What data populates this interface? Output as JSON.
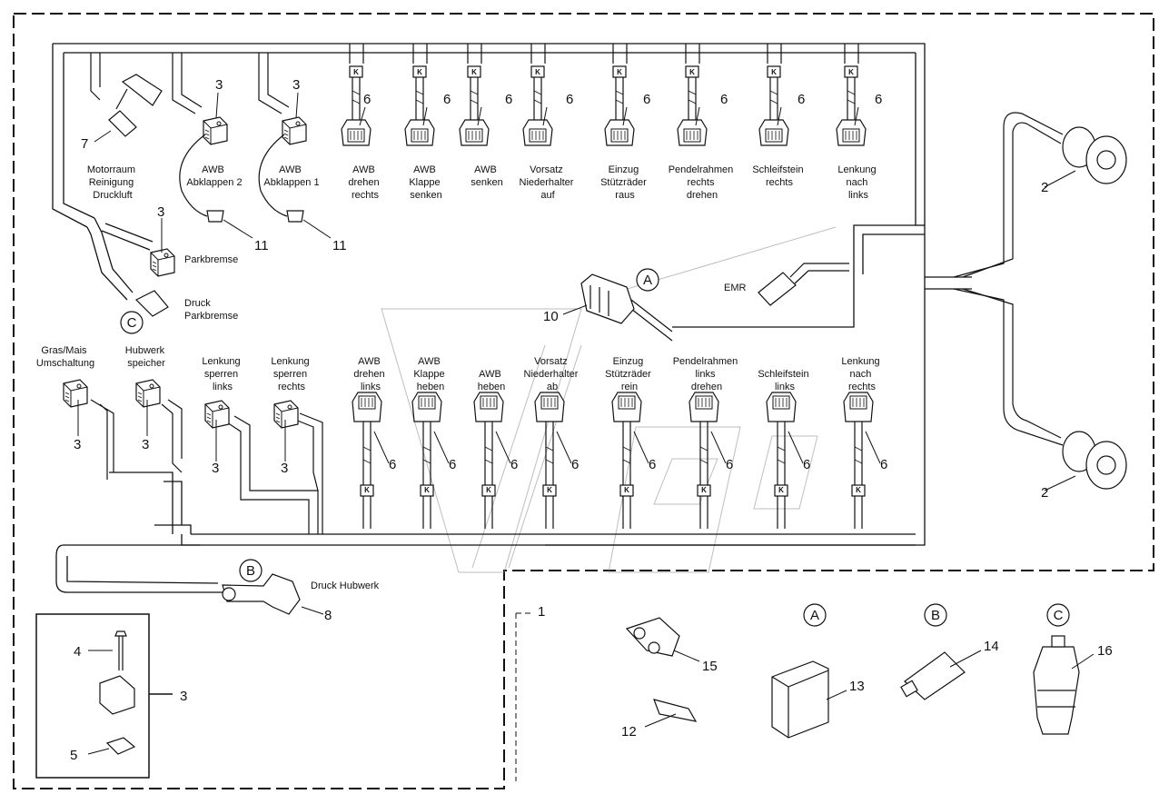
{
  "main_box_number": "1",
  "top_labels": [
    {
      "lines": [
        "Motorraum",
        "Reinigung",
        "Druckluft"
      ]
    },
    {
      "lines": [
        "AWB",
        "Abklappen 2"
      ]
    },
    {
      "lines": [
        "AWB",
        "Abklappen 1"
      ]
    },
    {
      "lines": [
        "AWB",
        "drehen",
        "rechts"
      ]
    },
    {
      "lines": [
        "AWB",
        "Klappe",
        "senken"
      ]
    },
    {
      "lines": [
        "AWB",
        "senken"
      ]
    },
    {
      "lines": [
        "Vorsatz",
        "Niederhalter",
        "auf"
      ]
    },
    {
      "lines": [
        "Einzug",
        "Stützräder",
        "raus"
      ]
    },
    {
      "lines": [
        "Pendelrahmen",
        "rechts",
        "drehen"
      ]
    },
    {
      "lines": [
        "Schleifstein",
        "rechts"
      ]
    },
    {
      "lines": [
        "Lenkung",
        "nach",
        "links"
      ]
    }
  ],
  "bottom_labels": [
    {
      "lines": [
        "Gras/Mais",
        "Umschaltung"
      ]
    },
    {
      "lines": [
        "Hubwerk",
        "speicher"
      ]
    },
    {
      "lines": [
        "Lenkung",
        "sperren",
        "links"
      ]
    },
    {
      "lines": [
        "Lenkung",
        "sperren",
        "rechts"
      ]
    },
    {
      "lines": [
        "AWB",
        "drehen",
        "links"
      ]
    },
    {
      "lines": [
        "AWB",
        "Klappe",
        "heben"
      ]
    },
    {
      "lines": [
        "AWB",
        "heben"
      ]
    },
    {
      "lines": [
        "Vorsatz",
        "Niederhalter",
        "ab"
      ]
    },
    {
      "lines": [
        "Einzug",
        "Stützräder",
        "rein"
      ]
    },
    {
      "lines": [
        "Pendelrahmen",
        "links",
        "drehen"
      ]
    },
    {
      "lines": [
        "Schleifstein",
        "links"
      ]
    },
    {
      "lines": [
        "Lenkung",
        "nach",
        "rechts"
      ]
    }
  ],
  "side_labels": {
    "parkbremse": "Parkbremse",
    "druck_parkbremse": [
      "Druck",
      "Parkbremse"
    ],
    "emr": "EMR",
    "druck_hubwerk": "Druck Hubwerk"
  },
  "part_numbers": {
    "n1": "1",
    "n2": "2",
    "n3": "3",
    "n4": "4",
    "n5": "5",
    "n6": "6",
    "n7": "7",
    "n8": "8",
    "n10": "10",
    "n11": "11",
    "n12": "12",
    "n13": "13",
    "n14": "14",
    "n15": "15",
    "n16": "16"
  },
  "callouts": {
    "A": "A",
    "B": "B",
    "C": "C"
  },
  "valve_marker": "K"
}
